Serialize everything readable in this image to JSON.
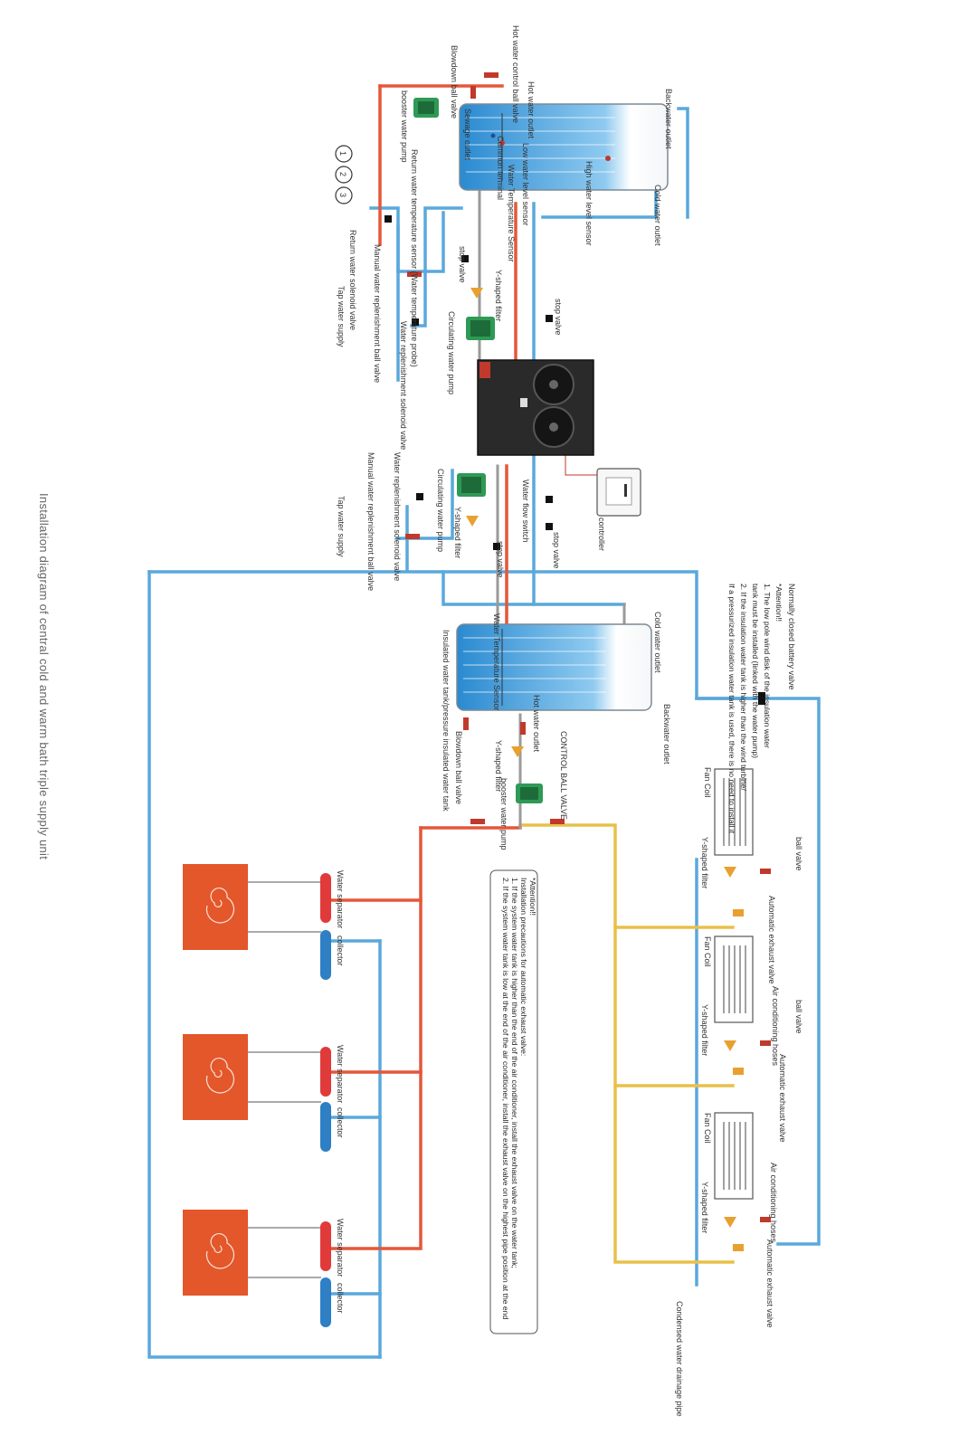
{
  "title": "Installation diagram of central cold and warm bath triple supply unit",
  "labels": {
    "hot_water_control_ball_valve": "Hot water control ball valve",
    "blowdown_ball_valve_top": "Blowdown ball valve",
    "backwater_outlet_top": "Backwater outlet",
    "cold_water_outlet_top": "Cold water outlet",
    "hot_water_outlet_top": "Hot water outlet",
    "sewage_outlet": "Sewage outlet",
    "low_water_level_sensor": "Low water level sensor",
    "common_terminal": "Common terminal",
    "high_water_level_sensor": "High water level sensor",
    "water_temperature_sensor_top": "Water Temperature Sensor",
    "booster_water_pump_top": "booster water pump",
    "return_water_temperature_sensor": "Return water temperature sensor (Water temperature probe)",
    "return_water_solenoid_valve": "Return water solenoid valve",
    "tap_water_supply_top": "Tap water supply",
    "manual_water_replenishment_ball_valve_top": "Manual water replenishment ball valve",
    "water_replenishment_solenoid_valve_top": "Water replenishment solenoid valve",
    "stop_valve_1": "stop valve",
    "y_shaped_filter_1": "Y-shaped filter",
    "circulating_water_pump_1": "Circulating water pump",
    "stop_valve_2": "stop valve",
    "water_flow_switch": "Water flow switch",
    "stop_valve_3": "stop valve",
    "stop_valve_4": "stop valve",
    "controller": "controller",
    "circulating_water_pump_2": "Circulating water pump",
    "y_shaped_filter_2": "Y-shaped filter",
    "water_replenishment_solenoid_valve_bottom": "Water replenishment solenoid valve",
    "manual_water_replenishment_ball_valve_bottom": "Manual water replenishment ball valve",
    "tap_water_supply_bottom": "Tap water supply",
    "normally_closed_battery_valve": "Normally closed battery valve",
    "cold_water_outlet_bottom": "Cold water outlet",
    "water_temperature_sensor_bottom": "Water Temperature Sensor",
    "insulated_tank": "Insulated water tank/pressure insulated water tank",
    "backwater_outlet_bottom": "Backwater outlet",
    "hot_water_outlet_bottom": "Hot water outlet",
    "control_ball_valve": "CONTROL BALL VALVE",
    "y_shaped_filter_3": "Y-shaped filter",
    "blowdown_ball_valve_bottom": "Blowdown ball valve",
    "booster_water_pump_bottom": "booster water pump",
    "fan_coil": "Fan Coil",
    "ball_valve": "ball valve",
    "y_shaped_filter_fc": "Y-shaped filter",
    "automatic_exhaust_valve": "Automatic exhaust valve",
    "air_conditioning_hoses": "Air conditioning hoses",
    "condensed_water_drainage": "Condensed water drainage pipe",
    "water_separator": "Water separator",
    "collector": "collector"
  },
  "notes": {
    "wind_turbine_lines": [
      "*Attention!!",
      "1. The low pole wind disk of the insulation water",
      "tank must be installed (linked with the water pump)",
      "2. If the insulation water tank is higher than the wind turbine/",
      "If a pressurized insulation water tank is used, there is no need to install it"
    ],
    "exhaust_lines": [
      "*Attention!!",
      "Installation precautions for automatic exhaust valve:",
      "1. If the system water tank is higher than the end of the air conditioner, install the exhaust valve on the water tank;",
      "2. If the system water tank is low at the end of the air conditioner, install the exhaust valve on the highest pipe position at the end"
    ]
  },
  "gauges": [
    "1",
    "2",
    "3"
  ],
  "colors": {
    "pipe_blue": "#5aa8dc",
    "pipe_red": "#e4573a",
    "pipe_yellow": "#e8c04a",
    "tank_blue": "#2f8fd4",
    "unit_dark": "#2a2a2a",
    "pump_green": "#2e9a55",
    "floor_orange": "#e3572b"
  }
}
